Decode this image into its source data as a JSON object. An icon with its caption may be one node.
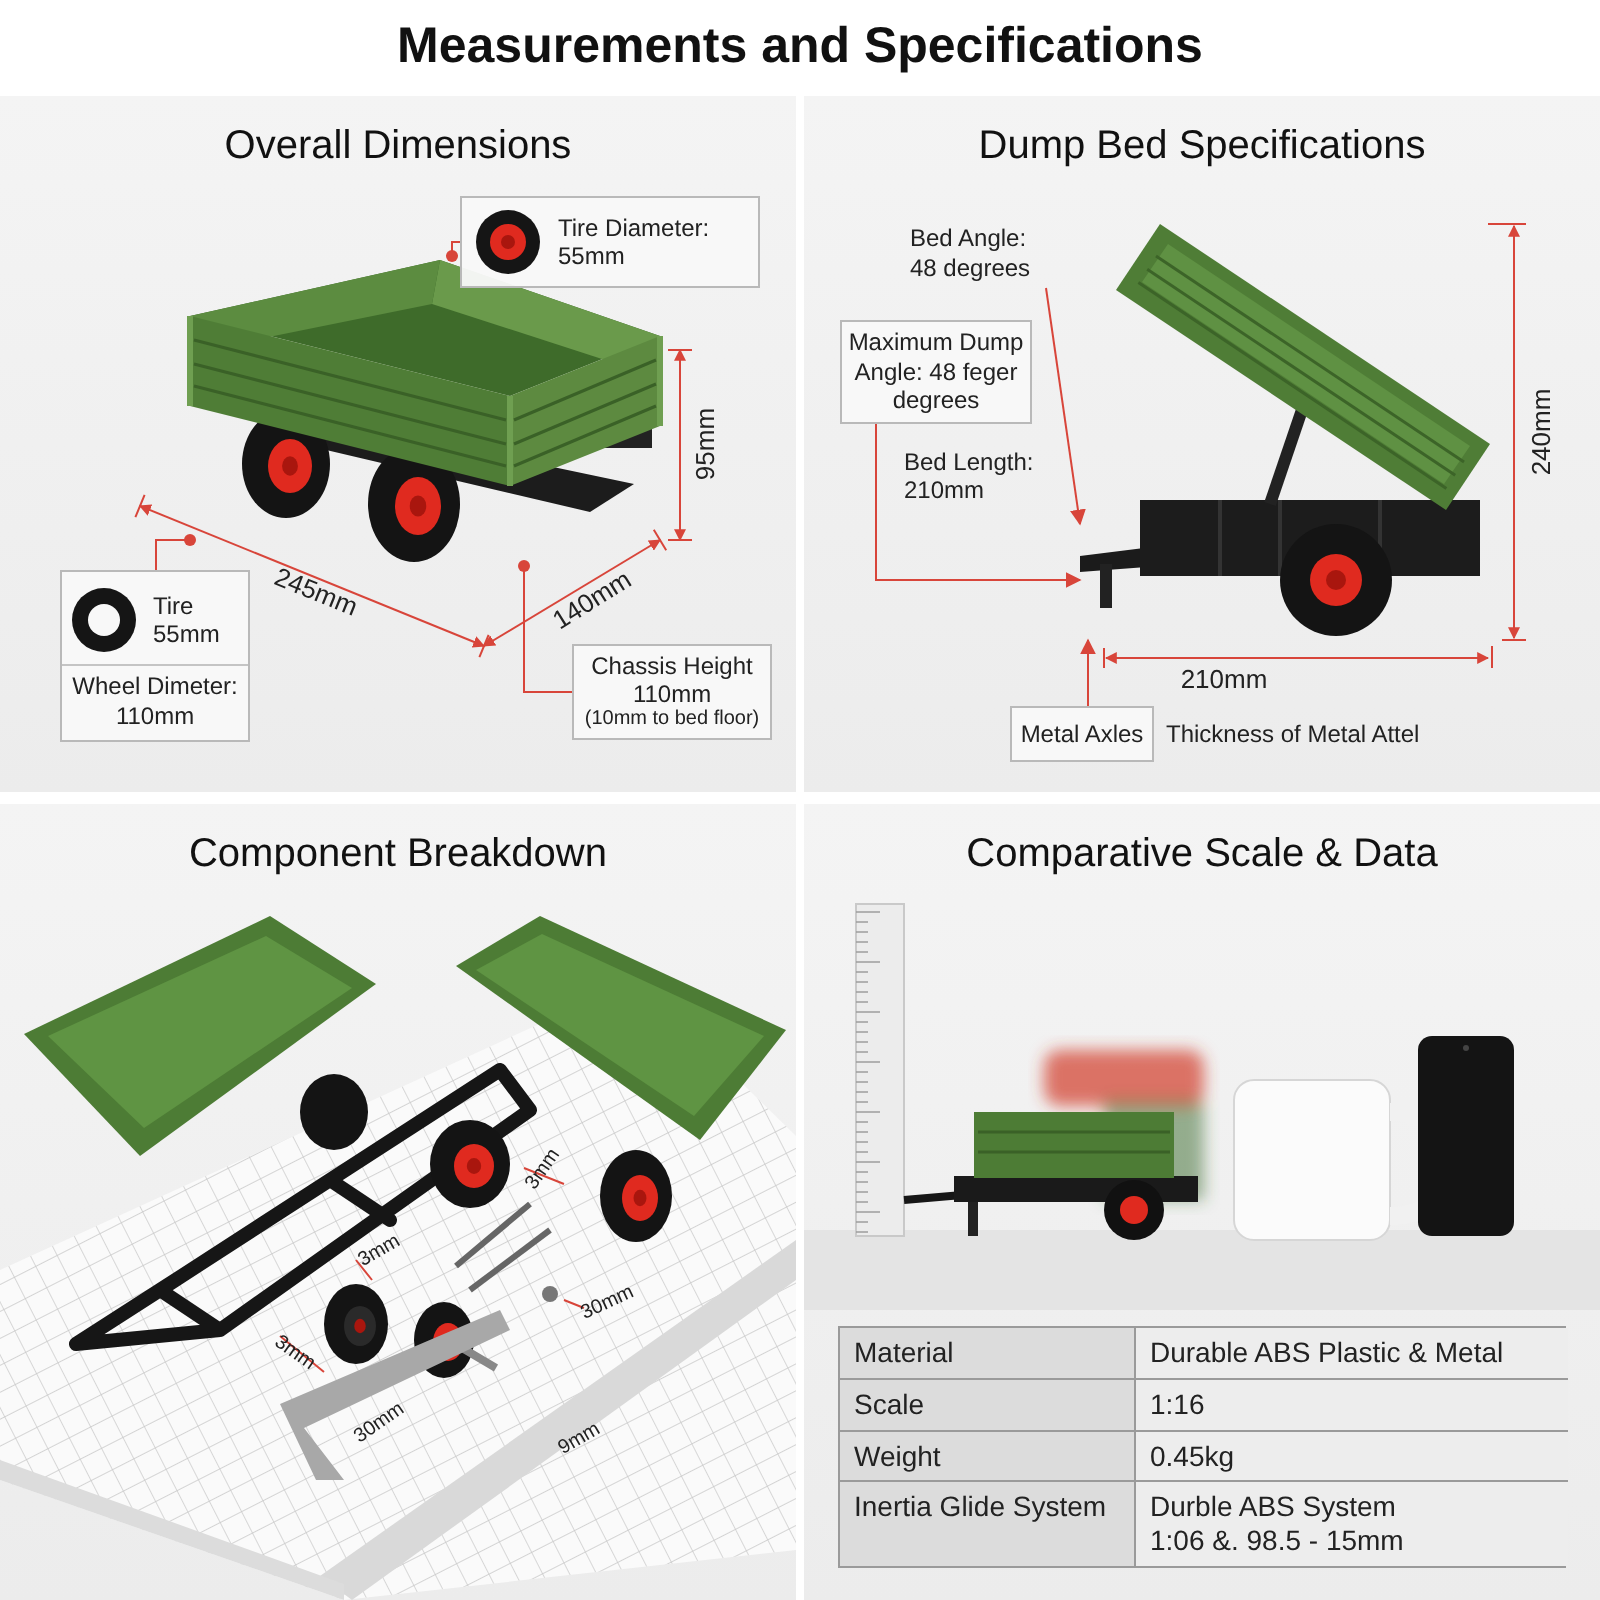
{
  "diagram": {
    "title": "Measurements and Specifications",
    "nodes": [
      {
        "text": [
          "Overall Dimensions"
        ]
      },
      {
        "text": [
          "Tire Diameter: 55mm"
        ],
        "in": 0
      },
      {
        "text": [],
        "shape": "picture",
        "in": 0
      },
      {
        "text": [
          "Tire 55mm",
          "Wheel Dimeter: 110mm"
        ],
        "in": 0
      },
      {
        "text": [
          "Chassis Height 110mm",
          "(10mm to bed floor)"
        ],
        "in": 0
      },
      {
        "text": [
          "Dump Bed Specifications"
        ]
      },
      {
        "text": [],
        "shape": "picture",
        "in": 5
      },
      {
        "text": [
          "Bed Angle: 48 degrees"
        ],
        "in": 5
      },
      {
        "text": [
          "Maximum Dump Angle: 48 feger degrees"
        ],
        "in": 5
      },
      {
        "text": [
          "Metal Axles"
        ],
        "in": 5
      },
      {
        "text": [
          "Component Breakdown"
        ]
      },
      {
        "text": [
          "Comparative Scale & Data"
        ]
      }
    ],
    "edges": [
      {
        "from": 1,
        "to": 2,
        "arrow": "other"
      },
      {
        "from": 3,
        "to": 2,
        "arrow": "other"
      },
      {
        "from": 4,
        "to": 2,
        "arrow": "other"
      },
      {
        "from": 7,
        "to": 6,
        "arrow": "to"
      },
      {
        "from": 8,
        "to": 6,
        "arrow": "to"
      },
      {
        "from": 9,
        "to": 6,
        "arrow": "to"
      }
    ],
    "labels": [
      "245mm",
      "140mm",
      "95mm",
      "240mm",
      "Bed Length: 210mm",
      "210mm",
      "Thickness of Metal Attel",
      "3mm",
      "3mm",
      "30mm",
      "3mm",
      "30mm",
      "9mm",
      "Material",
      "Durable ABS Plastic & Metal",
      "Scale",
      "1:16",
      "Weight",
      "0.45kg",
      "Inertia Glide System",
      "Durble ABS System 1:06 &. 98.5 - 15mm"
    ]
  }
}
